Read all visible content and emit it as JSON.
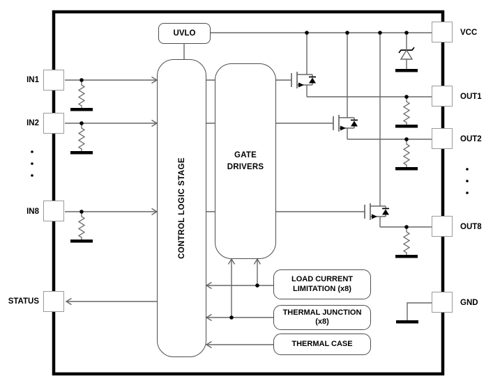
{
  "figure": {
    "type": "ic-block-diagram",
    "left_pins": [
      {
        "label": "IN1"
      },
      {
        "label": "IN2"
      },
      {
        "label": "IN8"
      },
      {
        "label": "STATUS"
      }
    ],
    "right_pins": [
      {
        "label": "VCC"
      },
      {
        "label": "OUT1"
      },
      {
        "label": "OUT2"
      },
      {
        "label": "OUT8"
      },
      {
        "label": "GND"
      }
    ],
    "blocks": {
      "uvlo": {
        "label": "UVLO"
      },
      "control_logic": {
        "label": "CONTROL LOGIC STAGE"
      },
      "gate_drivers": {
        "label": "GATE DRIVERS"
      },
      "load_current_limitation": {
        "label": "LOAD CURRENT LIMITATION (x8)"
      },
      "thermal_junction": {
        "label": "THERMAL JUNCTION (x8)"
      },
      "thermal_case": {
        "label": "THERMAL CASE"
      }
    },
    "symbols": [
      "n-mosfet-with-body-diode-icon",
      "zener-diode-icon",
      "pulldown-resistor-icon",
      "ground-icon",
      "pin-pad-icon"
    ],
    "colors": {
      "background": "#ffffff",
      "chip_border": "#000000",
      "wire": "#666666",
      "block_border": "#4d4d4d",
      "pin_border": "#9a9a9a",
      "text": "#000000"
    }
  }
}
